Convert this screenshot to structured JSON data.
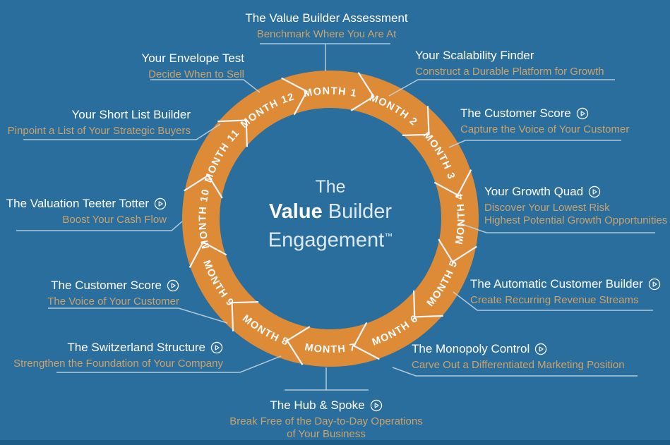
{
  "colors": {
    "background": "#2A6E9E",
    "footer_bar": "#1E5D87",
    "ring_orange": "#DD8B36",
    "title_white": "#FFFFFF",
    "subtitle_tan": "#C9A36C",
    "connector_line": "#C6D8E3"
  },
  "center": {
    "line1": "The",
    "line2_bold": "Value",
    "line2_rest": " Builder",
    "line3": "Engagement",
    "trademark": "™"
  },
  "ring": {
    "months": [
      "MONTH 1",
      "MONTH 2",
      "MONTH 3",
      "MONTH 4",
      "MONTH 5",
      "MONTH 6",
      "MONTH 7",
      "MONTH 8",
      "MONTH 9",
      "MONTH 10",
      "MONTH 11",
      "MONTH 12"
    ]
  },
  "labels": {
    "assessment": {
      "month": "MONTH 1",
      "title": "The Value Builder Assessment",
      "subtitle_lines": [
        "Benchmark Where You Are At"
      ],
      "play_icon": false
    },
    "scalability": {
      "month": "MONTH 2",
      "title": "Your Scalability Finder",
      "subtitle_lines": [
        "Construct a Durable Platform for Growth"
      ],
      "play_icon": false
    },
    "customer_score_right": {
      "month": "MONTH 3",
      "title": "The Customer Score",
      "subtitle_lines": [
        "Capture the Voice of Your Customer"
      ],
      "play_icon": true
    },
    "growth_quad": {
      "month": "MONTH 4",
      "title": "Your Growth Quad",
      "subtitle_lines": [
        "Discover Your Lowest Risk",
        "Highest Potential Growth Opportunities"
      ],
      "play_icon": true
    },
    "automatic_customer": {
      "month": "MONTH 5",
      "title": "The Automatic Customer Builder",
      "subtitle_lines": [
        "Create Recurring Revenue Streams"
      ],
      "play_icon": true
    },
    "monopoly": {
      "month": "MONTH 6",
      "title": "The Monopoly Control",
      "subtitle_lines": [
        "Carve Out a Differentiated Marketing Position"
      ],
      "play_icon": true
    },
    "hub_spoke": {
      "month": "MONTH 7",
      "title": "The Hub & Spoke",
      "subtitle_lines": [
        "Break Free of the Day-to-Day Operations",
        "of Your Business"
      ],
      "play_icon": true
    },
    "switzerland": {
      "month": "MONTH 8",
      "title": "The Switzerland Structure",
      "subtitle_lines": [
        "Strengthen the Foundation of Your Company"
      ],
      "play_icon": true
    },
    "customer_score_left": {
      "month": "MONTH 9",
      "title": "The Customer Score",
      "subtitle_lines": [
        "The Voice of Your Customer"
      ],
      "play_icon": true
    },
    "valuation_teeter": {
      "month": "MONTH 10",
      "title": "The Valuation Teeter Totter",
      "subtitle_lines": [
        "Boost Your Cash Flow"
      ],
      "play_icon": true
    },
    "short_list": {
      "month": "MONTH 11",
      "title": "Your Short List Builder",
      "subtitle_lines": [
        "Pinpoint a List of Your Strategic Buyers"
      ],
      "play_icon": false
    },
    "envelope": {
      "month": "MONTH 12",
      "title": "Your Envelope Test",
      "subtitle_lines": [
        "Decide When to Sell"
      ],
      "play_icon": false
    }
  }
}
